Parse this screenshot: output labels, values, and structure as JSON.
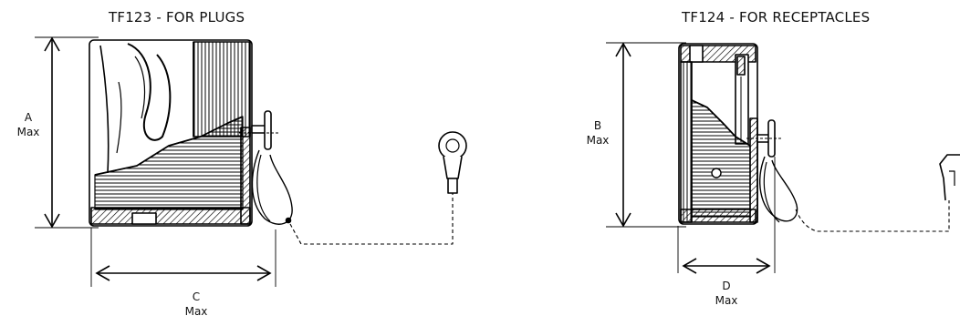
{
  "plug_title": "TF123 - FOR PLUGS",
  "receptacle_title": "TF124 - FOR RECEPTACLES",
  "dim_a": {
    "letter": "A",
    "suffix": "Max"
  },
  "dim_b": {
    "letter": "B",
    "suffix": "Max"
  },
  "dim_c": {
    "letter": "C",
    "suffix": "Max"
  },
  "dim_d": {
    "letter": "D",
    "suffix": "Max"
  }
}
